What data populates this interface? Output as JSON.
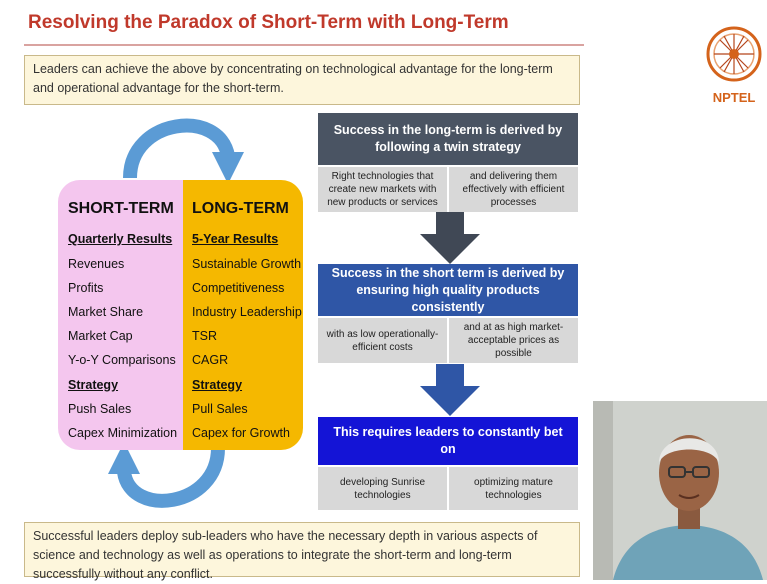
{
  "slide": {
    "title": "Resolving the Paradox of Short-Term with Long-Term",
    "intro": "Leaders can achieve the above by concentrating on technological advantage for the long-term and operational advantage for the short-term.",
    "conclusion": "Successful leaders  deploy sub-leaders who have the necessary depth in various aspects of science and technology as well as operations to integrate the short-term and long-term successfully without any conflict."
  },
  "logo": {
    "text": "NPTEL",
    "icon": "nptel-wheel-icon"
  },
  "short_term": {
    "heading": "SHORT-TERM",
    "results_heading": "Quarterly Results",
    "results": [
      "Revenues",
      "Profits",
      "Market Share",
      "Market Cap",
      "Y-o-Y Comparisons"
    ],
    "strategy_heading": "Strategy",
    "strategy": [
      "Push Sales",
      "Capex Minimization"
    ]
  },
  "long_term": {
    "heading": "LONG-TERM",
    "results_heading": "5-Year Results",
    "results": [
      "Sustainable Growth",
      "Competitiveness",
      "Industry Leadership",
      "TSR",
      "CAGR"
    ],
    "strategy_heading": "Strategy",
    "strategy": [
      "Pull Sales",
      "Capex for Growth"
    ]
  },
  "panels": [
    {
      "heading": "Success in the long-term is derived by following a twin strategy",
      "color": "#4a5463",
      "left": "Right technologies that create new markets with new products or services",
      "right": "and delivering them effectively with efficient processes"
    },
    {
      "heading": "Success in the short term is derived by ensuring high quality products consistently",
      "color": "#2f56a6",
      "left": "with as low operationally-efficient costs",
      "right": "and at as high market-acceptable prices as possible"
    },
    {
      "heading": "This requires leaders to constantly bet on",
      "color": "#1414d6",
      "left": "developing Sunrise technologies",
      "right": "optimizing mature technologies"
    }
  ],
  "colors": {
    "title": "#c0392b",
    "short_term_bg": "#f4c6ee",
    "long_term_bg": "#f5b800",
    "cycle_arrow": "#5b9bd5",
    "down_arrow": "#404855"
  },
  "webcam": {
    "content": "presenter-video"
  }
}
